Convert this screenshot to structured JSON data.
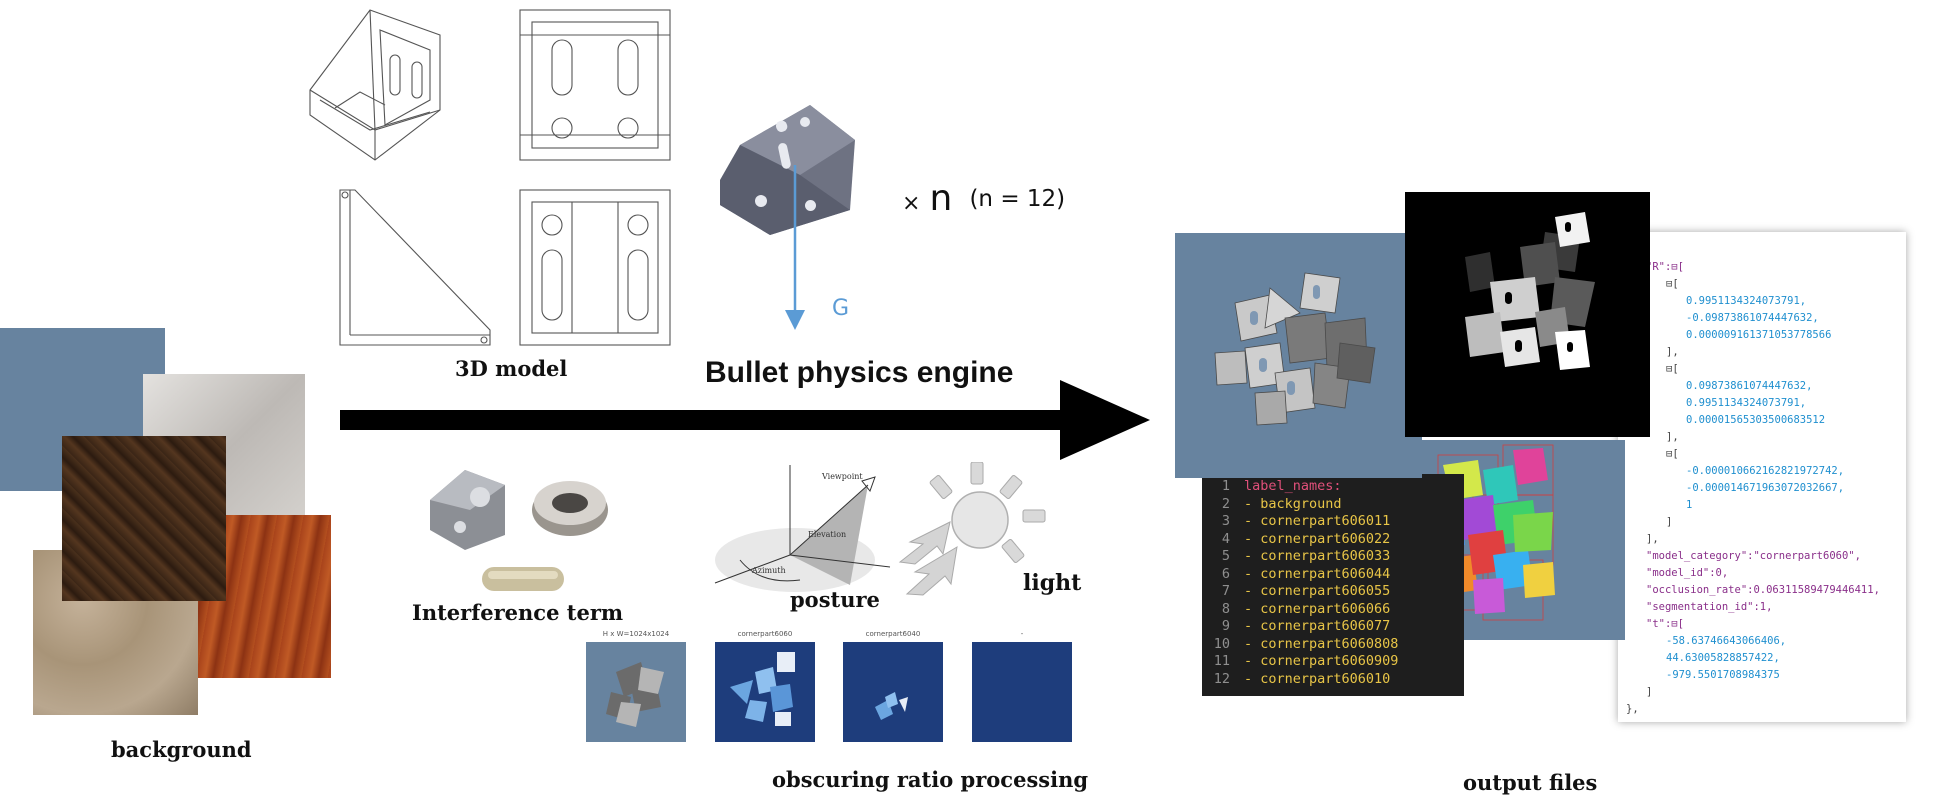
{
  "labels": {
    "model": "3D model",
    "engine": "Bullet physics engine",
    "multiplier_symbol": "×",
    "multiplier_n": "n",
    "multiplier_value": "(n = 12)",
    "gravity": "G",
    "background": "background",
    "interference": "Interference term",
    "posture": "posture",
    "light": "light",
    "obscuring": "obscuring ratio processing",
    "output": "output files"
  },
  "posture_diagram": {
    "viewpoint": "Viewpoint",
    "elevation": "Elevation",
    "azimuth": "Azimuth"
  },
  "thumbnails": [
    {
      "caption": "H x W=1024x1024"
    },
    {
      "caption": "cornerpart6060"
    },
    {
      "caption": "cornerpart6040"
    },
    {
      "caption": "-"
    }
  ],
  "yaml": {
    "lines": [
      {
        "n": "1",
        "text": "label_names:"
      },
      {
        "n": "2",
        "text": "- background"
      },
      {
        "n": "3",
        "text": "- cornerpart606011"
      },
      {
        "n": "4",
        "text": "- cornerpart606022"
      },
      {
        "n": "5",
        "text": "- cornerpart606033"
      },
      {
        "n": "6",
        "text": "- cornerpart606044"
      },
      {
        "n": "7",
        "text": "- cornerpart606055"
      },
      {
        "n": "8",
        "text": "- cornerpart606066"
      },
      {
        "n": "9",
        "text": "- cornerpart606077"
      },
      {
        "n": "10",
        "text": "- cornerpart6060808"
      },
      {
        "n": "11",
        "text": "- cornerpart6060909"
      },
      {
        "n": "12",
        "text": "- cornerpart606010"
      }
    ]
  },
  "json_view": {
    "lines": [
      {
        "text": "[",
        "indent": 0,
        "color": "#444444"
      },
      {
        "text": "\"R\":⊟[",
        "indent": 1,
        "color": "#8a2f8a"
      },
      {
        "text": "⊟[",
        "indent": 2,
        "color": "#444444"
      },
      {
        "text": "0.9951134324073791,",
        "indent": 3,
        "color": "#1f8fcf"
      },
      {
        "text": "-0.09873861074447632,",
        "indent": 3,
        "color": "#1f8fcf"
      },
      {
        "text": "0.000009161371053778566",
        "indent": 3,
        "color": "#1f8fcf"
      },
      {
        "text": "],",
        "indent": 2,
        "color": "#444444"
      },
      {
        "text": "⊟[",
        "indent": 2,
        "color": "#444444"
      },
      {
        "text": "0.09873861074447632,",
        "indent": 3,
        "color": "#1f8fcf"
      },
      {
        "text": "0.9951134324073791,",
        "indent": 3,
        "color": "#1f8fcf"
      },
      {
        "text": "0.00001565303500683512",
        "indent": 3,
        "color": "#1f8fcf"
      },
      {
        "text": "],",
        "indent": 2,
        "color": "#444444"
      },
      {
        "text": "⊟[",
        "indent": 2,
        "color": "#444444"
      },
      {
        "text": "-0.000010662162821972742,",
        "indent": 3,
        "color": "#1f8fcf"
      },
      {
        "text": "-0.000014671963072032667,",
        "indent": 3,
        "color": "#1f8fcf"
      },
      {
        "text": "1",
        "indent": 3,
        "color": "#1f8fcf"
      },
      {
        "text": "]",
        "indent": 2,
        "color": "#444444"
      },
      {
        "text": "],",
        "indent": 1,
        "color": "#444444"
      },
      {
        "text": "\"model_category\":\"cornerpart6060\",",
        "indent": 1,
        "color": "#8a2f8a"
      },
      {
        "text": "\"model_id\":0,",
        "indent": 1,
        "color": "#8a2f8a"
      },
      {
        "text": "\"occlusion_rate\":0.06311589479446411,",
        "indent": 1,
        "color": "#8a2f8a"
      },
      {
        "text": "\"segmentation_id\":1,",
        "indent": 1,
        "color": "#8a2f8a"
      },
      {
        "text": "\"t\":⊟[",
        "indent": 1,
        "color": "#8a2f8a"
      },
      {
        "text": "-58.63746643066406,",
        "indent": 2,
        "color": "#1f8fcf"
      },
      {
        "text": "44.63005828857422,",
        "indent": 2,
        "color": "#1f8fcf"
      },
      {
        "text": "-979.5501708984375",
        "indent": 2,
        "color": "#1f8fcf"
      },
      {
        "text": "]",
        "indent": 1,
        "color": "#444444"
      },
      {
        "text": "},",
        "indent": 0,
        "color": "#444444"
      }
    ]
  },
  "colors": {
    "slate_blue": "#67839f",
    "thumb_blue": "#1e3d7c",
    "gravity_arrow": "#5b9bd5",
    "main_arrow": "#000000",
    "code_bg": "#1e1e1e"
  }
}
